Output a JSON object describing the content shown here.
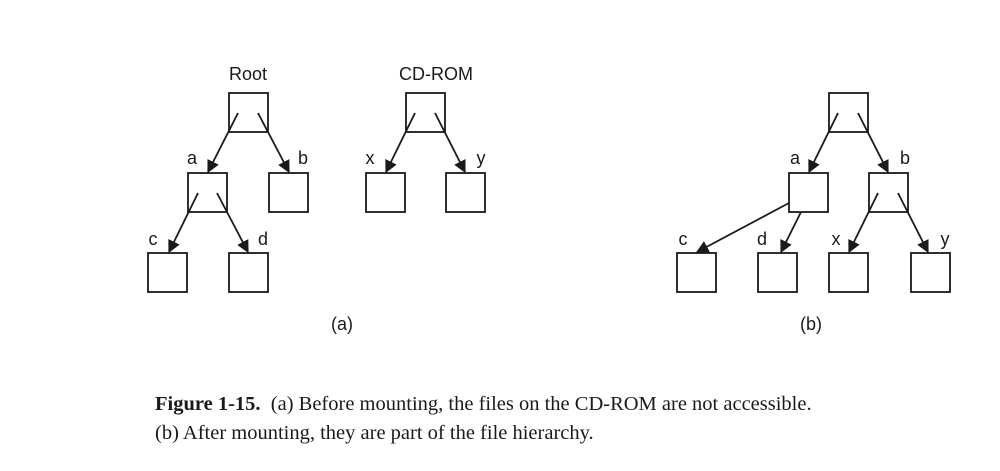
{
  "panel_a": {
    "root_label": "Root",
    "cdrom_label": "CD-ROM",
    "edges": {
      "a": "a",
      "b": "b",
      "c": "c",
      "d": "d",
      "x": "x",
      "y": "y"
    },
    "panel_label": "(a)"
  },
  "panel_b": {
    "edges": {
      "a": "a",
      "b": "b",
      "c": "c",
      "d": "d",
      "x": "x",
      "y": "y"
    },
    "panel_label": "(b)"
  },
  "caption": {
    "figure_number": "Figure 1-15.",
    "line1": "(a) Before mounting, the files on the CD-ROM are not accessible.",
    "line2": "(b) After mounting, they are part of the file hierarchy."
  }
}
